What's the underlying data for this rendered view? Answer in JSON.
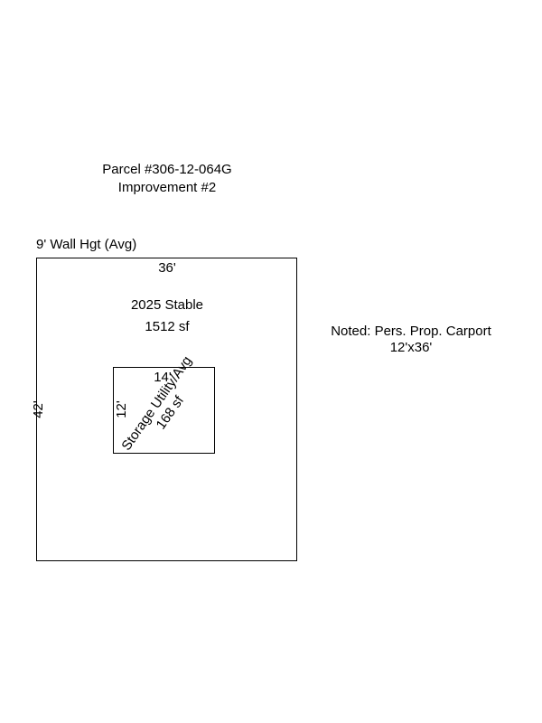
{
  "header": {
    "parcel": "Parcel #306-12-064G",
    "improvement": "Improvement #2"
  },
  "wall_height": "9' Wall Hgt (Avg)",
  "main_structure": {
    "top_dimension": "36'",
    "side_dimension": "42'",
    "name": "2025 Stable",
    "area": "1512 sf"
  },
  "sub_structure": {
    "top_dimension": "14'",
    "side_dimension": "12'",
    "name": "Storage Utility/Avg",
    "area": "168 sf"
  },
  "note": {
    "line1": "Noted: Pers. Prop. Carport",
    "line2": "12'x36'"
  }
}
